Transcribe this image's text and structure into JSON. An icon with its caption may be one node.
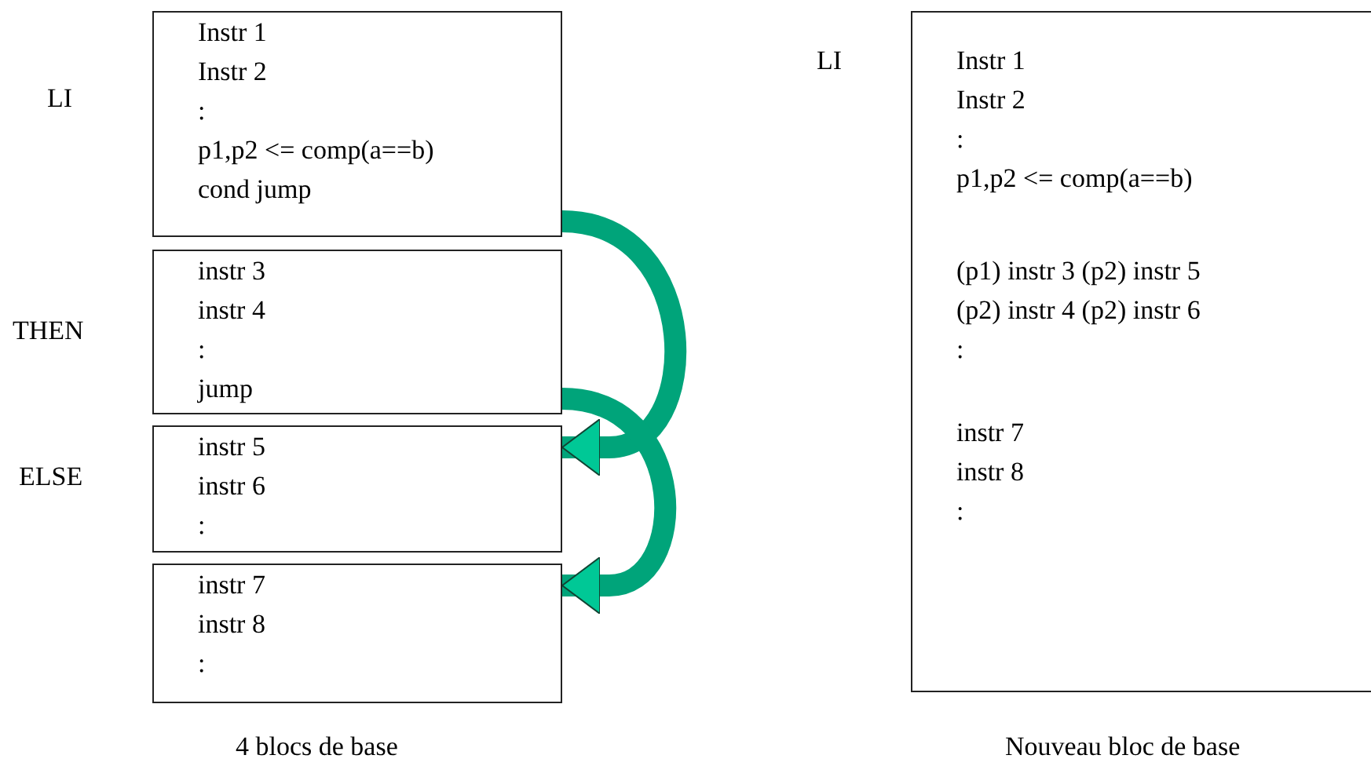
{
  "diagram": {
    "nodes": [
      {
        "text": [
          "Instr 1",
          "Instr 2",
          ":",
          "p1,p2 <= comp(a==b)",
          "cond jump"
        ],
        "beside": [
          "LI"
        ]
      },
      {
        "text": [
          "instr 3",
          "instr 4",
          ":",
          "jump"
        ],
        "beside": [
          "THEN"
        ]
      },
      {
        "text": [
          "instr 5",
          "instr 6",
          ":"
        ],
        "beside": [
          "ELSE"
        ]
      },
      {
        "text": [
          "instr 7",
          "instr 8",
          ":"
        ]
      },
      {
        "text": [
          "Instr 1",
          "Instr 2",
          ":",
          "p1,p2 <= comp(a==b)",
          "(p1) instr 3 (p2) instr 5",
          "(p2) instr 4 (p2) instr 6",
          ":",
          "instr 7",
          "instr 8",
          ":"
        ],
        "beside": [
          "LI"
        ]
      }
    ],
    "edges": [
      {
        "from": 0,
        "to": 2,
        "arrow": "to"
      },
      {
        "from": 1,
        "to": 3,
        "arrow": "to"
      }
    ],
    "labels": [
      "4 blocs de base",
      "Nouveau bloc de base"
    ]
  }
}
